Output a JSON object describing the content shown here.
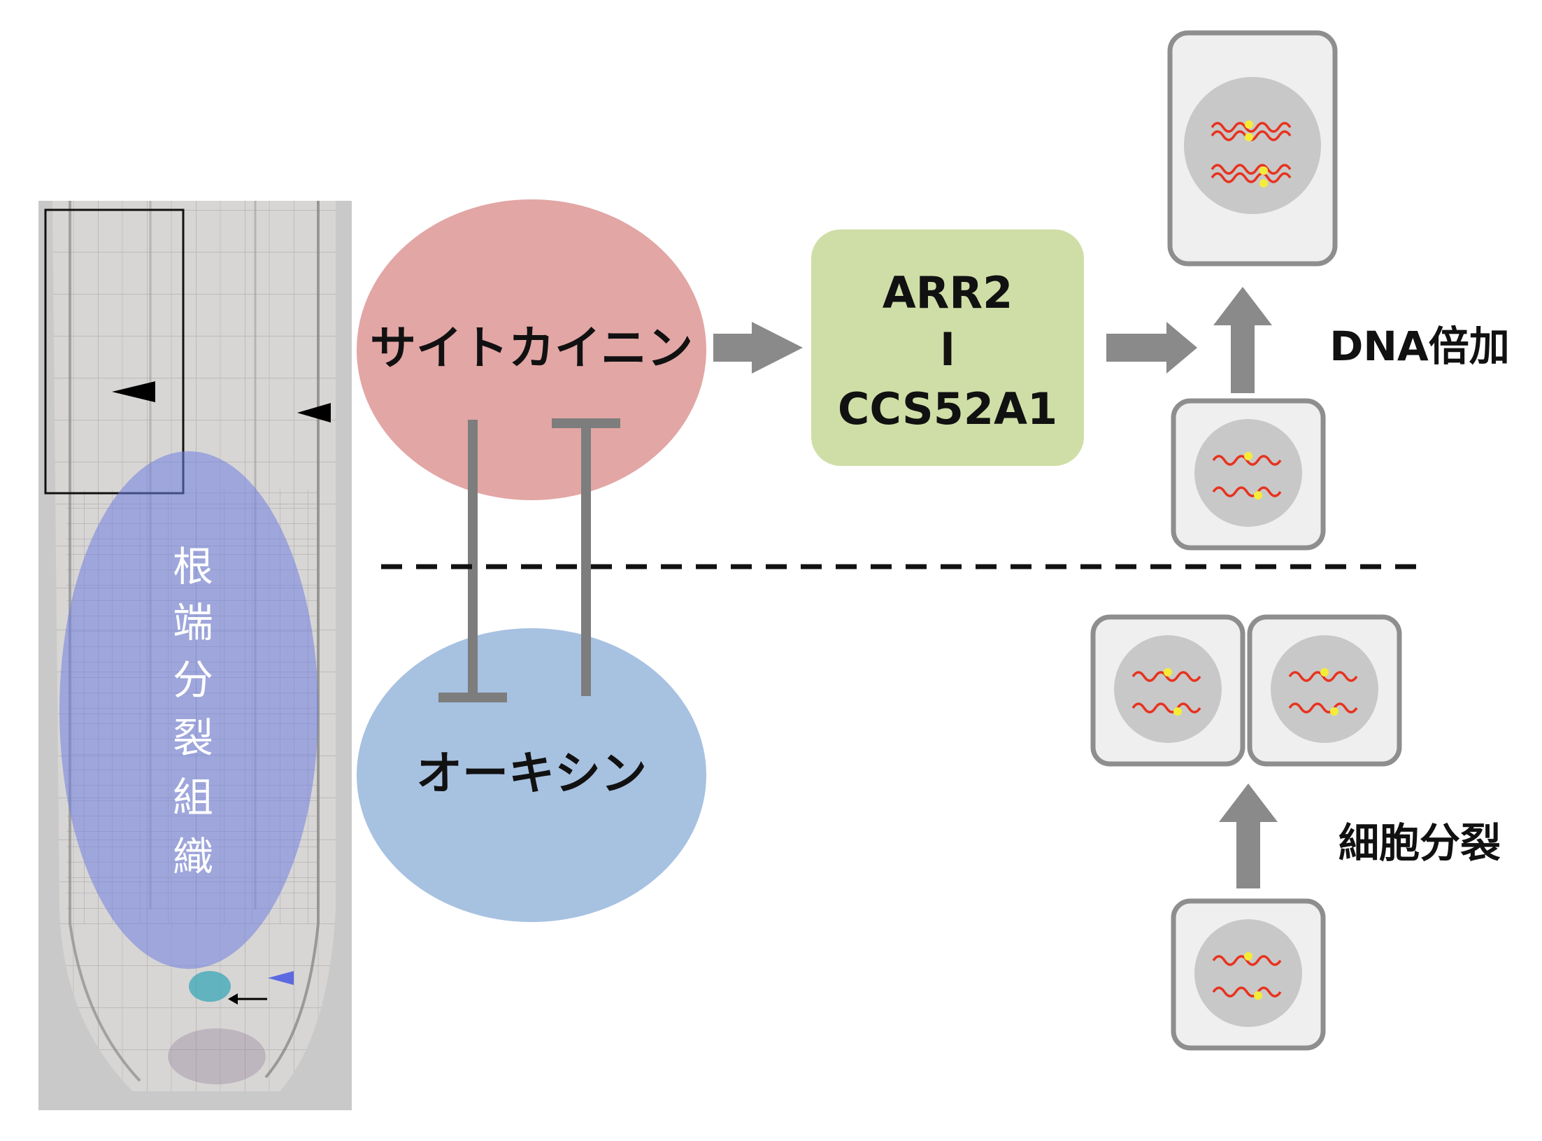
{
  "micrograph": {
    "meristem_label": "根端分裂組織",
    "meristem_label_chars": [
      "根",
      "端",
      "分",
      "裂",
      "組",
      "織"
    ]
  },
  "hormones": {
    "cytokinin": "サイトカイニン",
    "auxin": "オーキシン"
  },
  "regulator": {
    "line1": "ARR2",
    "line2": "l",
    "line3": "CCS52A1"
  },
  "outcomes": {
    "endoreduplication": "DNA倍加",
    "cell_division": "細胞分裂"
  },
  "colors": {
    "cytokinin_fill": "#e2a6a5",
    "auxin_fill": "#a7c1e1",
    "regulator_fill": "#cfdea6",
    "arrow_gray": "#8a8a8a",
    "cell_border": "#8e8e8e",
    "cell_fill": "#efefef",
    "nucleus_fill": "#c8c8c8",
    "chromosome_red": "#e8321e",
    "chromosome_dot_yellow": "#f5ec3a",
    "meristem_overlay": "#6f7fe0"
  }
}
